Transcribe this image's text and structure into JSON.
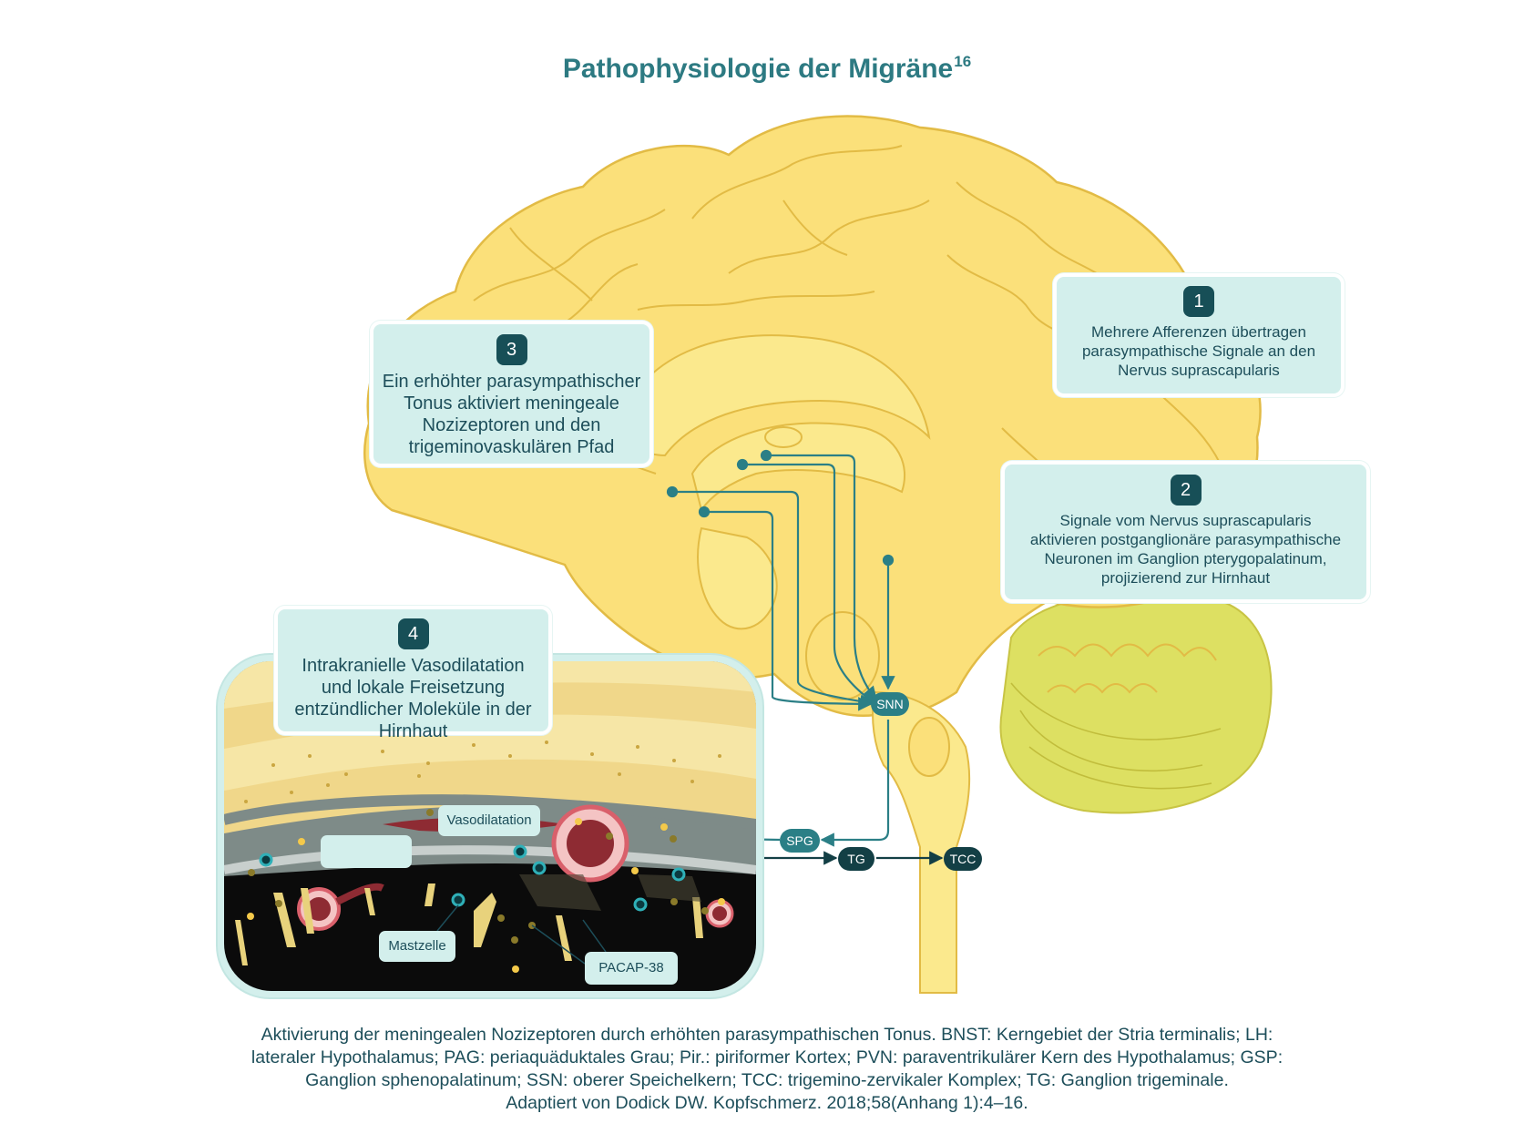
{
  "title": {
    "text": "Pathophysiologie der Migräne",
    "sup": "16"
  },
  "callouts": {
    "step1": {
      "number": "1",
      "text": "Mehrere Afferenzen übertragen\nparasympathische Signale an den\nNervus suprascapularis"
    },
    "step2": {
      "number": "2",
      "text": "Signale vom Nervus suprascapularis\naktivieren postganglionäre parasympathische\nNeuronen im Ganglion pterygopalatinum,\nprojizierend zur Hirnhaut"
    },
    "step3": {
      "number": "3",
      "text": "Ein erhöhter parasympathischer\nTonus aktiviert meningeale\nNozizeptoren und den\ntrigeminovaskulären Pfad"
    },
    "step4": {
      "number": "4",
      "text": "Intrakranielle Vasodilatation\nund lokale Freisetzung\nentzündlicher Moleküle in der\nHirnhaut"
    }
  },
  "inset_labels": {
    "vasodilation": "Vasodilatation",
    "mast_cell": "Mastzelle",
    "pacap": "PACAP-38"
  },
  "nodes": {
    "snn": "SNN",
    "spg": "SPG",
    "tg": "TG",
    "tcc": "TCC"
  },
  "caption": "Aktivierung der meningealen Nozizeptoren durch erhöhten parasympathischen Tonus. BNST: Kerngebiet der Stria terminalis; LH:\nlateraler Hypothalamus; PAG: periaquäduktales Grau; Pir.: piriformer Kortex; PVN: paraventrikulärer Kern des Hypothalamus; GSP:\nGanglion sphenopalatinum; SSN: oberer Speichelkern; TCC: trigemino-zervikaler Komplex; TG: Ganglion trigeminale.\nAdaptiert von Dodick DW. Kopfschmerz. 2018;58(Anhang 1):4–16.",
  "colors": {
    "brain": "#fbe07a",
    "brain_outline": "#e2bb45",
    "brainstem": "#fbe98d",
    "cerebellum": "#dde062",
    "callout_bg": "#d3efec",
    "badge": "#174f57",
    "pathway": "#2b7f86",
    "node_dark": "#133f45",
    "vessel": "#d9606b"
  }
}
